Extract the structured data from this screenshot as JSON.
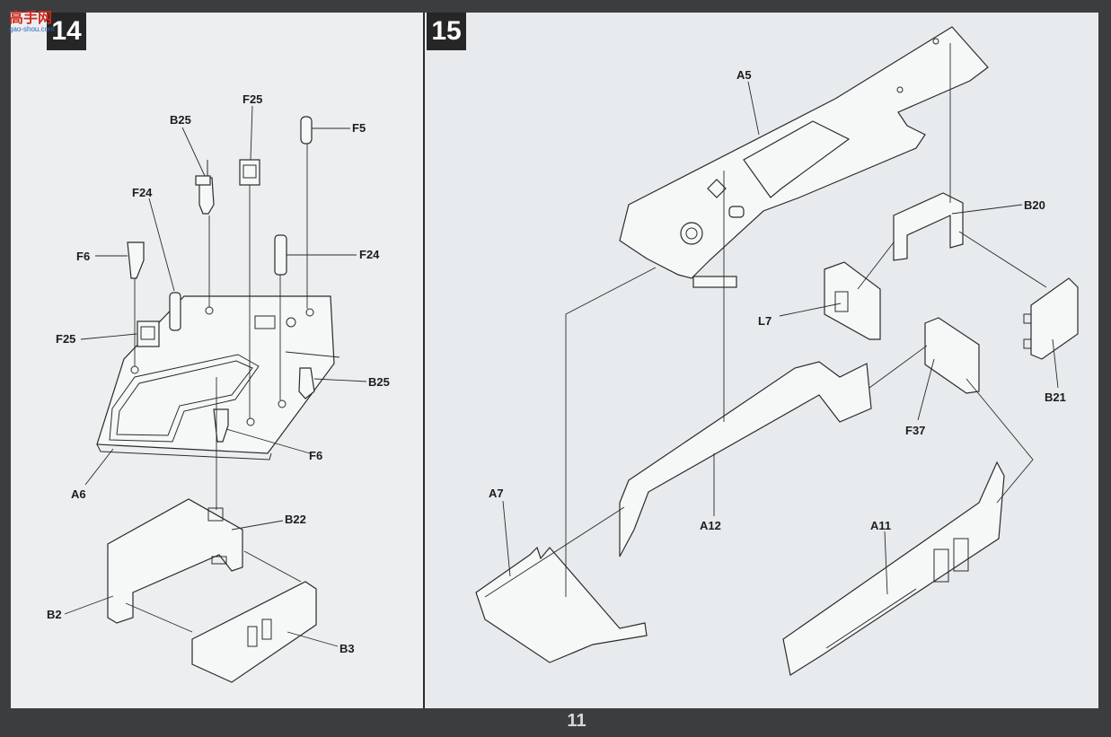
{
  "steps": [
    "14",
    "15"
  ],
  "page_number": "11",
  "watermark": {
    "title": "高手网",
    "url": "gao-shou.com"
  },
  "step14_labels": {
    "b25_top": "B25",
    "f25_top": "F25",
    "f5": "F5",
    "f24_left": "F24",
    "f6_left": "F6",
    "f24_right": "F24",
    "f25_left": "F25",
    "b25_right": "B25",
    "f6_bottom": "F6",
    "a6": "A6",
    "b22": "B22",
    "b2": "B2",
    "b3": "B3"
  },
  "step15_labels": {
    "a5": "A5",
    "b20": "B20",
    "l7": "L7",
    "b21": "B21",
    "f37": "F37",
    "a7": "A7",
    "a12": "A12",
    "a11": "A11"
  }
}
